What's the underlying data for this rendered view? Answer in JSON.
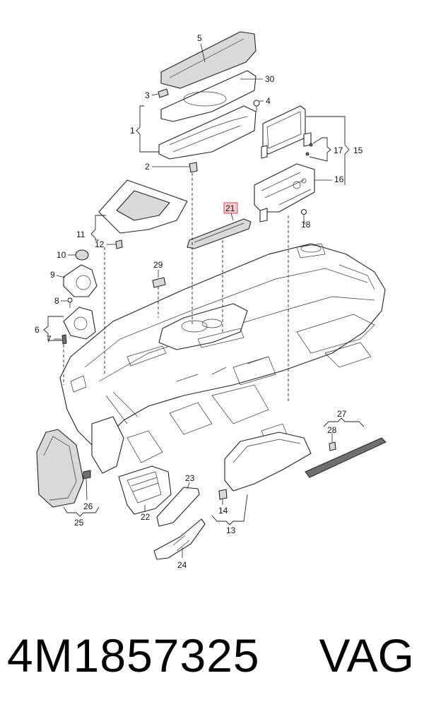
{
  "diagram": {
    "callouts": [
      "1",
      "2",
      "3",
      "4",
      "5",
      "6",
      "7",
      "8",
      "9",
      "10",
      "11",
      "12",
      "13",
      "14",
      "15",
      "16",
      "17",
      "18",
      "21",
      "22",
      "23",
      "24",
      "25",
      "26",
      "27",
      "28",
      "29",
      "30"
    ],
    "highlighted": "21",
    "highlight_color": "#f6c9cf"
  },
  "footer": {
    "part_number": "4M1857325",
    "brand": "VAG"
  }
}
